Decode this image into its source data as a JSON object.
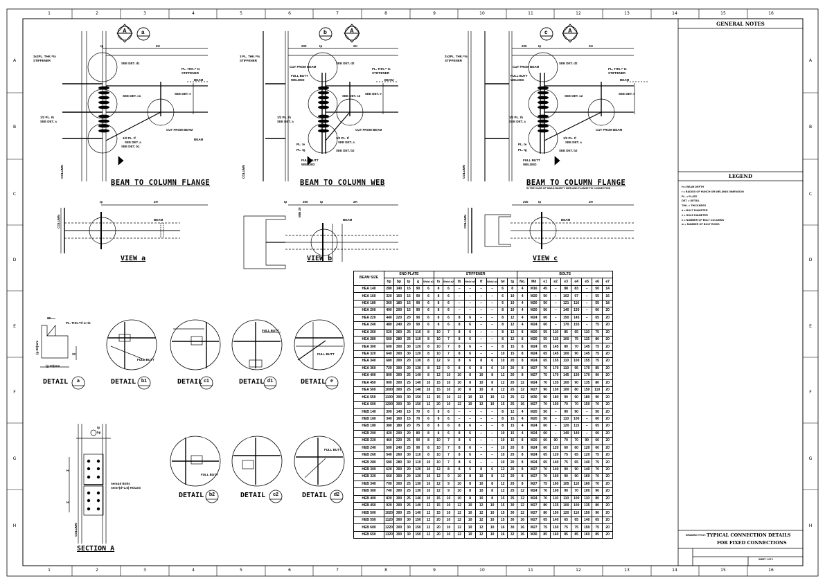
{
  "zone_columns": [
    "1",
    "2",
    "3",
    "4",
    "5",
    "6",
    "7",
    "8",
    "9",
    "10",
    "11",
    "12",
    "13",
    "14",
    "15",
    "16"
  ],
  "zone_rows": [
    "A",
    "B",
    "C",
    "D",
    "E",
    "F",
    "G",
    "H"
  ],
  "titles": {
    "beam_col_flange_1": "BEAM TO COLUMN FLANGE",
    "beam_col_web": "BEAM TO COLUMN WEB",
    "beam_col_flange_2": "BEAM TO COLUMN FLANGE",
    "flange_note": "IN THE CASE OF SIMULTANEITY WEB AND FLANGE FIX CONNECTION",
    "view_a": "VIEW",
    "view_b": "VIEW",
    "view_c": "VIEW",
    "view_a_letter": "a",
    "view_b_letter": "b",
    "view_c_letter": "c",
    "section_a": "SECTION A"
  },
  "markers": {
    "a": "a",
    "b": "b",
    "c": "c",
    "A": "A"
  },
  "callouts": {
    "stiff_1": "3x2PL. THK.=ts",
    "stiff_2": "3 PL. THK.=ts",
    "stiffener": "STIFFENER",
    "pl_thk": "PL. THK.= ts",
    "beam": "BEAM",
    "see_d1": "SEE DET. d1",
    "see_d2": "SEE DET. d2",
    "see_c1": "SEE DET. c1",
    "see_c2": "SEE DET. c2",
    "see_e": "SEE DET. e",
    "see_a": "SEE DET. a",
    "see_b1": "SEE DET. b1",
    "see_b2": "SEE DET. b2",
    "half_tb": "1/2 PL. tb",
    "half_tf": "1/2 PL. tf",
    "pl_te": "PL. te",
    "pl_tg": "PL. tg",
    "cut_from_beam": "CUT FROM BEAM",
    "full_butt": "FULL BUTT",
    "welded": "WELDED",
    "column": "COLUMN",
    "dim_tp": "tp",
    "dim_2h": "2H",
    "dim_200": "200",
    "dim_h": "H",
    "min_20": "MIN 20",
    "pl_thk_tf": "PL. THK.=tf or tb",
    "g20": "(g-20)mm",
    "d20": "20",
    "nemo_bolts": "nem&d Bolts",
    "nemo_holes": "nem#(d+1.5) HOLES",
    "tp_label": "tp",
    "bp_label": "bp"
  },
  "details": [
    {
      "label": "DETAIL",
      "id": "a"
    },
    {
      "label": "DETAIL",
      "id": "b1"
    },
    {
      "label": "DETAIL",
      "id": "c1"
    },
    {
      "label": "DETAIL",
      "id": "d1"
    },
    {
      "label": "DETAIL",
      "id": "e"
    },
    {
      "label": "DETAIL",
      "id": "b2"
    },
    {
      "label": "DETAIL",
      "id": "c2"
    },
    {
      "label": "DETAIL",
      "id": "d2"
    }
  ],
  "table": {
    "group_headers": {
      "beam_size": "BEAM SIZE",
      "end_plate": "END PLATE",
      "stiffener": "STIFFENER",
      "bolts": "BOLTS"
    },
    "columns": [
      "hp",
      "bp",
      "tp",
      "g",
      "Weld a1",
      "ts",
      "Weld a2",
      "tb",
      "Weld a3",
      "tf",
      "Weld a4",
      "tw",
      "tg",
      "No.",
      "Md",
      "e1",
      "e2",
      "e3",
      "e4",
      "e5",
      "e6",
      "e7"
    ],
    "rows": [
      [
        "HEA 140",
        "280",
        "140",
        "15",
        "90",
        "6",
        "8",
        "6",
        "–",
        "–",
        "–",
        "–",
        "6",
        "8",
        "4",
        "M16",
        "45",
        "–",
        "88",
        "83",
        "–",
        "50",
        "14"
      ],
      [
        "HEA 160",
        "320",
        "160",
        "15",
        "90",
        "6",
        "8",
        "6",
        "–",
        "–",
        "–",
        "–",
        "6",
        "10",
        "4",
        "M20",
        "50",
        "–",
        "102",
        "97",
        "–",
        "55",
        "16"
      ],
      [
        "HEA 180",
        "360",
        "180",
        "15",
        "90",
        "6",
        "8",
        "6",
        "–",
        "–",
        "–",
        "–",
        "6",
        "10",
        "4",
        "M20",
        "50",
        "–",
        "121",
        "116",
        "–",
        "55",
        "18"
      ],
      [
        "HEA 200",
        "400",
        "200",
        "15",
        "90",
        "6",
        "8",
        "6",
        "–",
        "–",
        "–",
        "–",
        "8",
        "10",
        "4",
        "M20",
        "50",
        "–",
        "140",
        "130",
        "–",
        "60",
        "20"
      ],
      [
        "HEA 220",
        "440",
        "220",
        "20",
        "90",
        "6",
        "8",
        "6",
        "8",
        "6",
        "–",
        "–",
        "8",
        "12",
        "4",
        "M24",
        "60",
        "–",
        "150",
        "145",
        "–",
        "65",
        "20"
      ],
      [
        "HEA 240",
        "480",
        "240",
        "20",
        "90",
        "6",
        "8",
        "6",
        "8",
        "6",
        "–",
        "–",
        "8",
        "12",
        "4",
        "M24",
        "60",
        "–",
        "170",
        "155",
        "–",
        "75",
        "20"
      ],
      [
        "HEA 260",
        "520",
        "260",
        "25",
        "110",
        "8",
        "10",
        "7",
        "8",
        "6",
        "–",
        "–",
        "8",
        "12",
        "8",
        "M20",
        "55",
        "110",
        "85",
        "65",
        "110",
        "75",
        "20"
      ],
      [
        "HEA 280",
        "560",
        "280",
        "25",
        "110",
        "8",
        "10",
        "7",
        "8",
        "6",
        "–",
        "–",
        "8",
        "12",
        "8",
        "M20",
        "55",
        "115",
        "100",
        "75",
        "115",
        "80",
        "20"
      ],
      [
        "HEA 300",
        "600",
        "300",
        "30",
        "120",
        "8",
        "10",
        "7",
        "8",
        "6",
        "–",
        "–",
        "8",
        "15",
        "8",
        "M24",
        "65",
        "145",
        "80",
        "70",
        "145",
        "75",
        "20"
      ],
      [
        "HEA 320",
        "640",
        "300",
        "30",
        "120",
        "8",
        "10",
        "7",
        "8",
        "6",
        "–",
        "–",
        "10",
        "15",
        "8",
        "M24",
        "65",
        "145",
        "100",
        "90",
        "145",
        "75",
        "20"
      ],
      [
        "HEA 340",
        "680",
        "300",
        "20",
        "130",
        "8",
        "12",
        "9",
        "8",
        "6",
        "8",
        "6",
        "10",
        "20",
        "8",
        "M24",
        "65",
        "155",
        "110",
        "100",
        "155",
        "75",
        "20"
      ],
      [
        "HEA 360",
        "720",
        "300",
        "20",
        "130",
        "8",
        "12",
        "9",
        "8",
        "6",
        "8",
        "6",
        "10",
        "20",
        "8",
        "M27",
        "70",
        "170",
        "110",
        "95",
        "170",
        "85",
        "20"
      ],
      [
        "HEA 400",
        "800",
        "300",
        "25",
        "140",
        "8",
        "12",
        "10",
        "10",
        "8",
        "10",
        "8",
        "12",
        "20",
        "8",
        "M27",
        "75",
        "170",
        "145",
        "130",
        "170",
        "90",
        "20"
      ],
      [
        "HEA 450",
        "900",
        "300",
        "25",
        "140",
        "10",
        "15",
        "10",
        "10",
        "8",
        "10",
        "8",
        "12",
        "20",
        "12",
        "M24",
        "70",
        "135",
        "100",
        "90",
        "135",
        "80",
        "20"
      ],
      [
        "HEA 500",
        "1000",
        "300",
        "25",
        "140",
        "10",
        "15",
        "10",
        "10",
        "8",
        "10",
        "8",
        "12",
        "25",
        "12",
        "M27",
        "90",
        "150",
        "100",
        "80",
        "150",
        "110",
        "20"
      ],
      [
        "HEA 550",
        "1100",
        "300",
        "30",
        "150",
        "12",
        "15",
        "10",
        "12",
        "10",
        "12",
        "10",
        "12",
        "25",
        "12",
        "M30",
        "90",
        "180",
        "90",
        "90",
        "180",
        "90",
        "20"
      ],
      [
        "HEA 600",
        "1200",
        "300",
        "30",
        "150",
        "12",
        "20",
        "10",
        "12",
        "10",
        "12",
        "10",
        "15",
        "25",
        "16",
        "M27",
        "70",
        "150",
        "70",
        "70",
        "150",
        "70",
        "20"
      ],
      [
        "HEB 140",
        "300",
        "140",
        "15",
        "70",
        "6",
        "8",
        "6",
        "–",
        "–",
        "–",
        "–",
        "8",
        "12",
        "4",
        "M20",
        "50",
        "–",
        "90",
        "90",
        "–",
        "50",
        "20"
      ],
      [
        "HEB 160",
        "340",
        "160",
        "15",
        "70",
        "6",
        "8",
        "6",
        "–",
        "–",
        "–",
        "–",
        "8",
        "15",
        "4",
        "M20",
        "50",
        "–",
        "110",
        "100",
        "–",
        "60",
        "20"
      ],
      [
        "HEB 180",
        "380",
        "180",
        "20",
        "75",
        "8",
        "8",
        "6",
        "8",
        "6",
        "–",
        "–",
        "8",
        "15",
        "4",
        "M24",
        "60",
        "–",
        "120",
        "115",
        "–",
        "65",
        "20"
      ],
      [
        "HEB 200",
        "420",
        "200",
        "20",
        "80",
        "8",
        "8",
        "6",
        "8",
        "6",
        "–",
        "–",
        "10",
        "15",
        "4",
        "M24",
        "60",
        "–",
        "140",
        "140",
        "–",
        "60",
        "20"
      ],
      [
        "HEB 220",
        "460",
        "220",
        "25",
        "90",
        "8",
        "10",
        "7",
        "8",
        "6",
        "–",
        "–",
        "10",
        "15",
        "8",
        "M20",
        "60",
        "90",
        "70",
        "70",
        "90",
        "60",
        "20"
      ],
      [
        "HEB 240",
        "500",
        "240",
        "25",
        "90",
        "8",
        "10",
        "7",
        "8",
        "6",
        "–",
        "–",
        "10",
        "20",
        "8",
        "M24",
        "60",
        "120",
        "60",
        "60",
        "120",
        "60",
        "20"
      ],
      [
        "HEB 260",
        "540",
        "260",
        "30",
        "110",
        "8",
        "10",
        "7",
        "8",
        "6",
        "–",
        "–",
        "10",
        "20",
        "8",
        "M24",
        "65",
        "120",
        "75",
        "65",
        "120",
        "75",
        "20"
      ],
      [
        "HEB 280",
        "580",
        "280",
        "30",
        "110",
        "10",
        "10",
        "7",
        "8",
        "6",
        "–",
        "–",
        "10",
        "20",
        "8",
        "M24",
        "65",
        "140",
        "75",
        "65",
        "140",
        "75",
        "20"
      ],
      [
        "HEB 300",
        "620",
        "300",
        "20",
        "120",
        "10",
        "12",
        "8",
        "8",
        "6",
        "8",
        "6",
        "12",
        "20",
        "8",
        "M27",
        "70",
        "140",
        "90",
        "90",
        "140",
        "70",
        "20"
      ],
      [
        "HEB 320",
        "660",
        "300",
        "20",
        "120",
        "10",
        "12",
        "9",
        "10",
        "8",
        "10",
        "8",
        "12",
        "20",
        "8",
        "M27",
        "70",
        "160",
        "90",
        "90",
        "160",
        "70",
        "20"
      ],
      [
        "HEB 340",
        "700",
        "300",
        "25",
        "130",
        "10",
        "12",
        "9",
        "10",
        "8",
        "10",
        "8",
        "12",
        "20",
        "8",
        "M27",
        "75",
        "160",
        "105",
        "110",
        "160",
        "70",
        "20"
      ],
      [
        "HEB 360",
        "740",
        "300",
        "25",
        "130",
        "10",
        "12",
        "9",
        "10",
        "8",
        "10",
        "8",
        "12",
        "25",
        "12",
        "M24",
        "70",
        "100",
        "90",
        "70",
        "100",
        "90",
        "20"
      ],
      [
        "HEB 400",
        "820",
        "300",
        "25",
        "140",
        "10",
        "15",
        "10",
        "10",
        "8",
        "10",
        "8",
        "15",
        "25",
        "12",
        "M24",
        "70",
        "110",
        "110",
        "100",
        "110",
        "80",
        "20"
      ],
      [
        "HEB 450",
        "920",
        "300",
        "25",
        "140",
        "12",
        "15",
        "10",
        "12",
        "10",
        "12",
        "10",
        "15",
        "30",
        "12",
        "M27",
        "80",
        "135",
        "100",
        "100",
        "135",
        "80",
        "20"
      ],
      [
        "HEB 500",
        "1020",
        "300",
        "25",
        "140",
        "12",
        "15",
        "10",
        "12",
        "10",
        "12",
        "10",
        "15",
        "30",
        "12",
        "M27",
        "80",
        "150",
        "120",
        "110",
        "150",
        "90",
        "20"
      ],
      [
        "HEB 550",
        "1120",
        "300",
        "30",
        "150",
        "12",
        "20",
        "10",
        "12",
        "10",
        "12",
        "10",
        "15",
        "30",
        "16",
        "M27",
        "65",
        "140",
        "65",
        "65",
        "140",
        "65",
        "20"
      ],
      [
        "HEB 600",
        "1220",
        "300",
        "30",
        "150",
        "12",
        "20",
        "10",
        "12",
        "10",
        "12",
        "10",
        "16",
        "30",
        "16",
        "M27",
        "75",
        "150",
        "75",
        "75",
        "150",
        "75",
        "20"
      ],
      [
        "HEB 650",
        "1320",
        "300",
        "30",
        "150",
        "12",
        "20",
        "10",
        "12",
        "10",
        "12",
        "10",
        "16",
        "32",
        "16",
        "M30",
        "85",
        "160",
        "85",
        "85",
        "160",
        "85",
        "20"
      ]
    ]
  },
  "side_panel": {
    "general_notes": "GENERAL NOTES",
    "legend_title": "LEGEND",
    "legend_items": [
      "H = BEAM DEPTH",
      "r = RADIUS OF HUNCH OR WELDING DIMENSION",
      "PL. = PLATE",
      "DET. = DETAIL",
      "THK. = THICKNESS",
      "d = BOLT DIAMETER",
      "# = HOLE DIAMETER",
      "n = NUMBER OF BOLT COLUMNS",
      "m = NUMBER OF BOLT ROWS"
    ],
    "drawing_title_label": "DRAWING TITLE:",
    "drawing_title_1": "TYPICAL CONNECTION DETAILS",
    "drawing_title_2": "FOR FIXED CONNECTIONS",
    "sheet": "SHEET 1 OF 1"
  }
}
